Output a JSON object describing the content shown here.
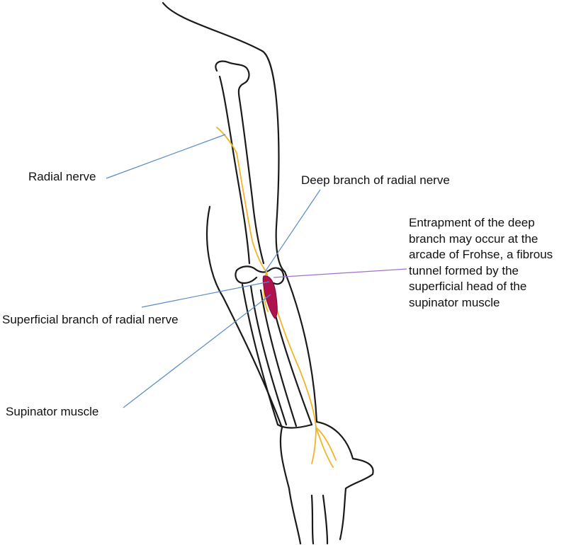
{
  "labels": {
    "radial_nerve": "Radial nerve",
    "deep_branch": "Deep branch of radial nerve",
    "superficial_branch": "Superficial branch of radial nerve",
    "supinator_muscle": "Supinator muscle",
    "entrapment_note": [
      "Entrapment of the deep",
      "branch may occur at the",
      "arcade of Frohse, a fibrous",
      "tunnel formed by the",
      "superficial head of the",
      "supinator muscle"
    ]
  },
  "colors": {
    "outline": "#1a1a1a",
    "nerve": "#f0b428",
    "muscle": "#b0124e",
    "leader": "#5b8ac8",
    "entrapment_leader": "#a070c8"
  }
}
